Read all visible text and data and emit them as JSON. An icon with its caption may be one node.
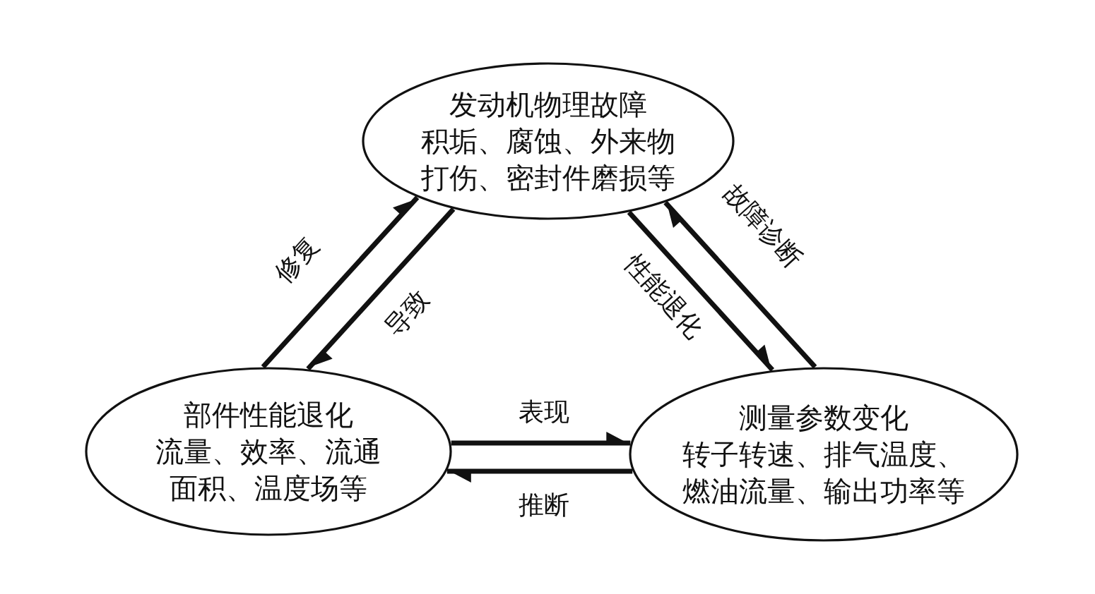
{
  "diagram": {
    "nodes": [
      {
        "text": [
          "发动机物理故障",
          "积垢、腐蚀、外来物打伤、密封件磨损等"
        ]
      },
      {
        "text": [
          "部件性能退化",
          "流量、效率、流通面积、温度场等"
        ]
      },
      {
        "text": [
          "测量参数变化",
          "转子转速、排气温度、燃油流量、输出功率等"
        ]
      }
    ],
    "edges": [
      {
        "from": 1,
        "to": 0,
        "arrow": "to",
        "label": "修复"
      },
      {
        "from": 0,
        "to": 1,
        "arrow": "to",
        "label": "导致"
      },
      {
        "from": 2,
        "to": 0,
        "arrow": "to",
        "label": "故障诊断"
      },
      {
        "from": 0,
        "to": 2,
        "arrow": "to",
        "label": "性能退化"
      },
      {
        "from": 1,
        "to": 2,
        "arrow": "to",
        "label": "表现"
      },
      {
        "from": 2,
        "to": 1,
        "arrow": "to",
        "label": "推断"
      }
    ]
  }
}
